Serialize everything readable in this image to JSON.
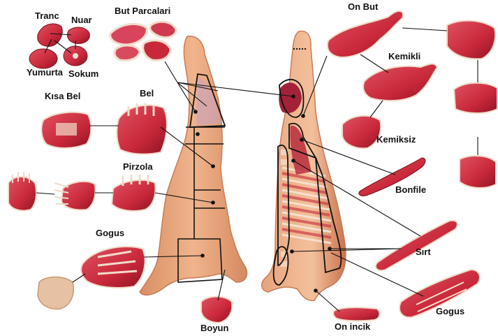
{
  "labels": {
    "tranc": "Tranc",
    "nuar": "Nuar",
    "yumurta": "Yumurta",
    "sokum": "Sokum",
    "but_parcalari": "But Parcalari",
    "kisa_bel": "Kısa Bel",
    "bel": "Bel",
    "pirzola": "Pirzola",
    "gogus_left": "Gogus",
    "boyun": "Boyun",
    "on_but": "On But",
    "kemikli": "Kemikli",
    "kemiksiz": "Kemiksiz",
    "bonfile": "Bonfile",
    "sirt": "Sırt",
    "gogus_right": "Gogus",
    "on_incik": "On incik"
  },
  "colors": {
    "meat": "#c8283a",
    "meat_dark": "#8e1424",
    "fat": "#f1dccb",
    "carcass": "#e8a77e",
    "carcass_dark": "#c97b54",
    "line": "#111111"
  }
}
